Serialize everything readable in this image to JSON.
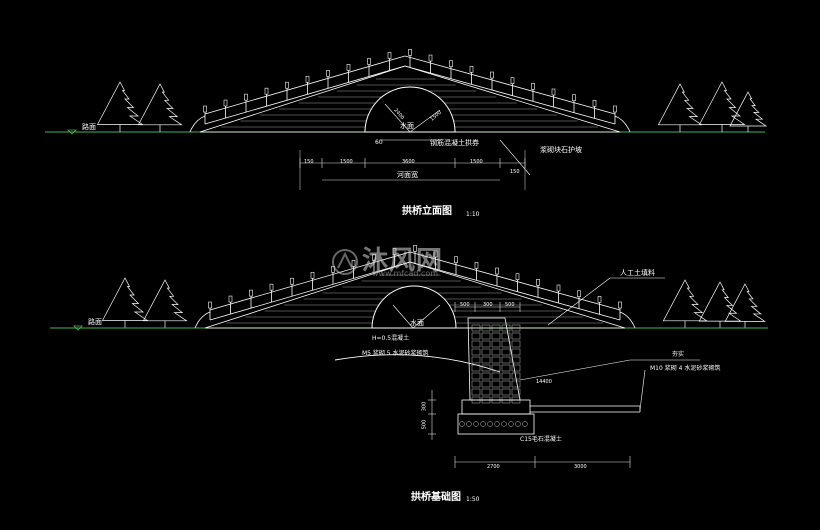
{
  "colors": {
    "background": "#000000",
    "lines": "#ffffff",
    "ground": "#4caf50",
    "dims": "#e0e0e0",
    "watermark": "#cccccc"
  },
  "elevation": {
    "title": "拱桥立面图",
    "scale": "1:10",
    "road_label": "路面",
    "water_label": "水面",
    "note_arch": "钢筋混凝土拱券",
    "note_foundation": "浆砌块石护坡",
    "dims": [
      "150",
      "1500",
      "3600",
      "1500",
      "150"
    ],
    "dim_total_label": "河面宽",
    "radius_labels": [
      "2400",
      "1500"
    ],
    "small_dims": [
      "60"
    ]
  },
  "foundation": {
    "title": "拱桥基础图",
    "scale": "1:50",
    "road_label": "路面",
    "water_label": "水面",
    "note_fill": "人工土填料",
    "note_mortar": "M5 浆砌 5 水泥砂浆砌筑",
    "note_backfill": "夯实",
    "note_stone": "C15毛石混凝土",
    "note_gravel": "M10 浆砌 4 水泥砂浆砌筑",
    "note_level": "H=0.5混凝土",
    "dims_bottom": [
      "2700",
      "3000"
    ],
    "dims_top": [
      "500",
      "300",
      "500"
    ],
    "dims_side": [
      "300",
      "500"
    ],
    "width_label": "14400"
  },
  "watermark": {
    "text": "沐风网",
    "url": "www.mfcad.com"
  }
}
